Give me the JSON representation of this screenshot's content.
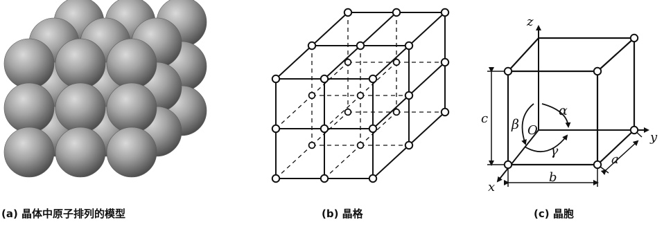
{
  "captions": {
    "a": "(a) 晶体中原子排列的模型",
    "b": "(b) 晶格",
    "c": "(c) 晶胞"
  },
  "unit_cell": {
    "axes": {
      "x": "x",
      "y": "y",
      "z": "z"
    },
    "origin": "O",
    "edges": {
      "a": "a",
      "b": "b",
      "c": "c"
    },
    "angles": {
      "alpha": "α",
      "beta": "β",
      "gamma": "γ"
    }
  },
  "colors": {
    "line": "#111111",
    "sphere_light": "#d8d8d8",
    "sphere_mid": "#9a9a9a",
    "sphere_dark": "#4a4a4a"
  }
}
